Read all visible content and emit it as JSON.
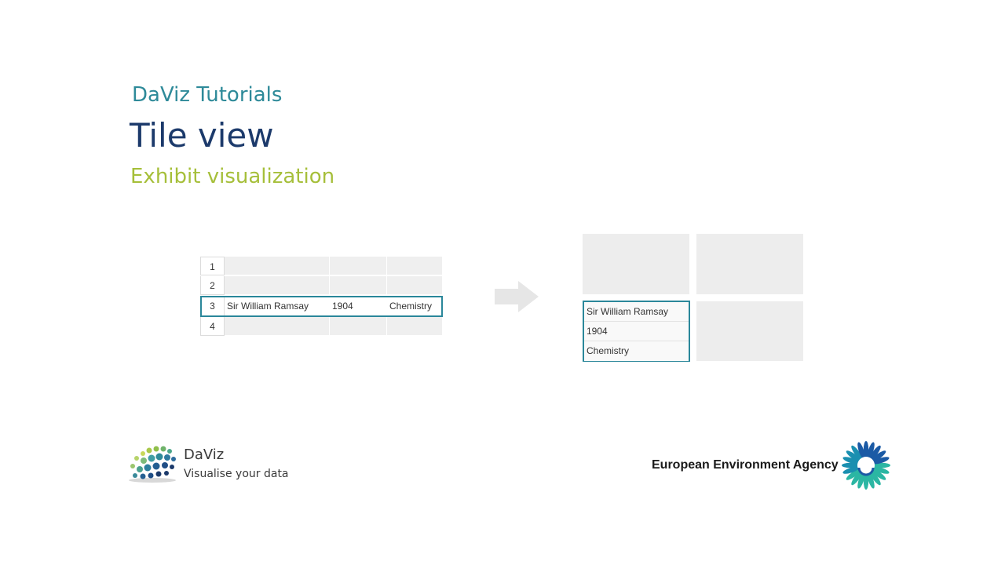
{
  "header": {
    "series_title": "DaViz Tutorials",
    "title": "Tile view",
    "subtitle": "Exhibit visualization"
  },
  "spreadsheet": {
    "rows": [
      {
        "num": "1",
        "cells": [
          "",
          "",
          ""
        ]
      },
      {
        "num": "2",
        "cells": [
          "",
          "",
          ""
        ]
      },
      {
        "num": "3",
        "cells": [
          "Sir William Ramsay",
          "1904",
          "Chemistry"
        ]
      },
      {
        "num": "4",
        "cells": [
          "",
          "",
          ""
        ]
      }
    ],
    "selected_row": "3"
  },
  "tiles": {
    "card_lines": [
      "Sir William Ramsay",
      "1904",
      "Chemistry"
    ]
  },
  "footer": {
    "daviz_name": "DaViz",
    "daviz_tagline": "Visualise your data",
    "eea_name": "European Environment Agency"
  },
  "colors": {
    "teal": "#2e8a99",
    "navy": "#1c3a6b",
    "green": "#a6bf3a",
    "selection": "#2a879a"
  }
}
